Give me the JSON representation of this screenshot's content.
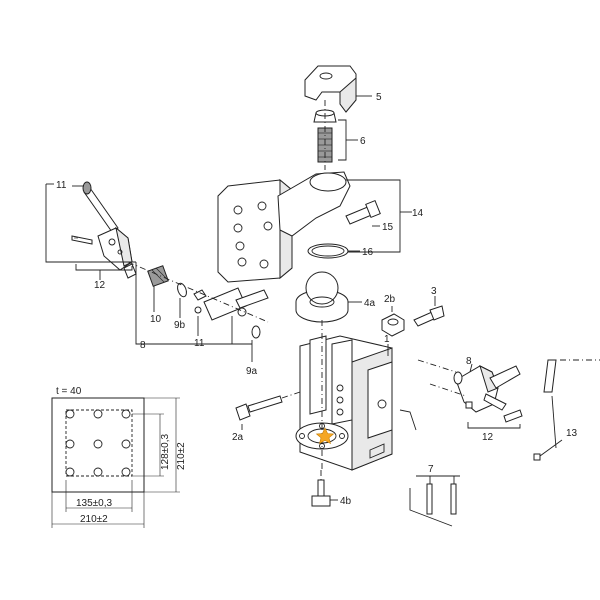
{
  "callouts": {
    "c1": "1",
    "c2a": "2a",
    "c2b": "2b",
    "c3": "3",
    "c4a": "4a",
    "c4b": "4b",
    "c5": "5",
    "c6": "6",
    "c7": "7",
    "c8_left": "8",
    "c8_right": "8",
    "c9a": "9a",
    "c9b": "9b",
    "c10": "10",
    "c11_top": "11",
    "c11_mid": "11",
    "c12_left": "12",
    "c12_right": "12",
    "c13": "13",
    "c14": "14",
    "c15": "15",
    "c16": "16"
  },
  "plate": {
    "thickness": "t = 40",
    "dim_width_inner": "135±0,3",
    "dim_width_outer": "210±2",
    "dim_height_inner": "128±0,3",
    "dim_height_outer": "210±2"
  },
  "colors": {
    "ink": "#222222",
    "star": "#f5a623"
  }
}
